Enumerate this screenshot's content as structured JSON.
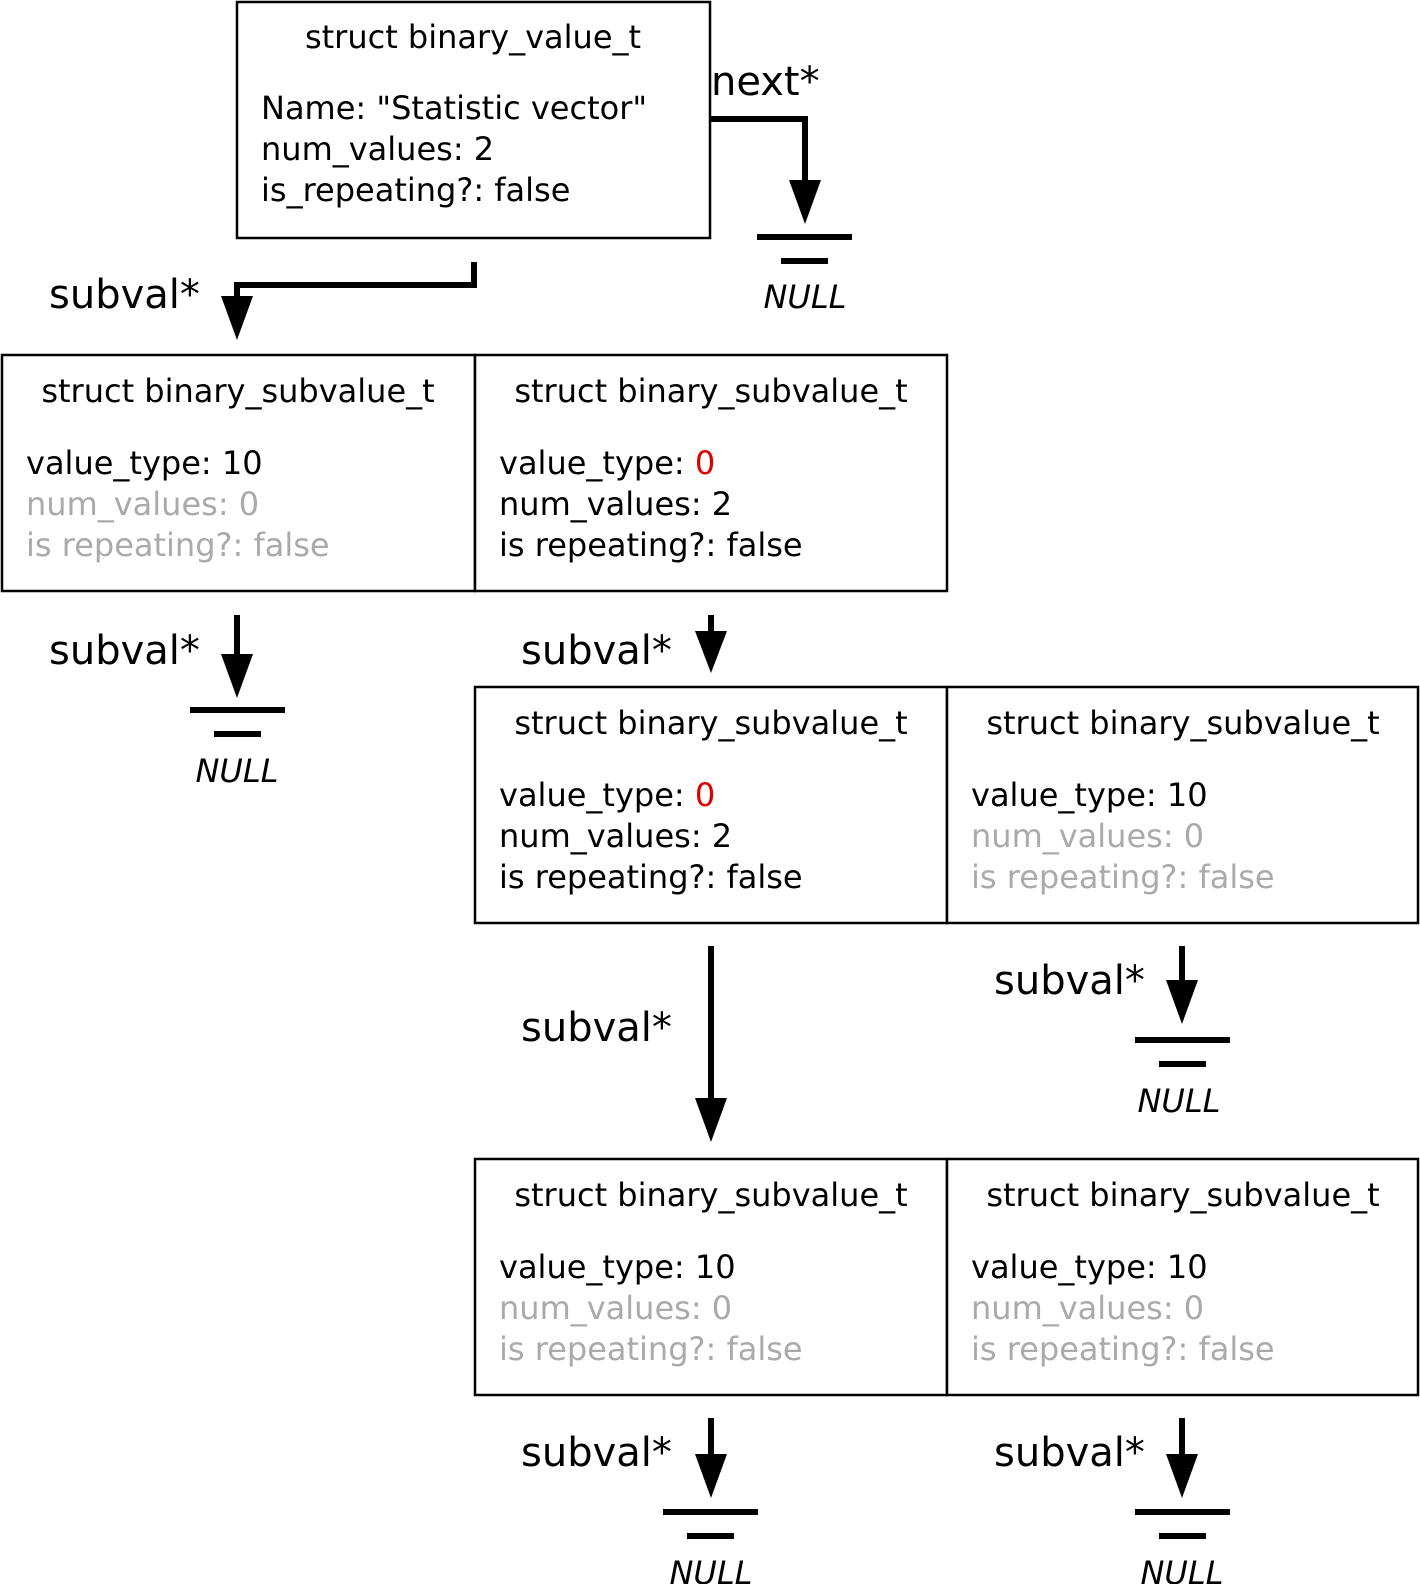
{
  "root": {
    "title": "struct binary_value_t",
    "name_line": "Name: \"Statistic vector\"",
    "num_values_line": "num_values: 2",
    "repeating_line": "is_repeating?: false"
  },
  "labels": {
    "next": "next*",
    "subval": "subval*",
    "null": "NULL"
  },
  "subvalue_title": "struct binary_subvalue_t",
  "subvalues": [
    {
      "type_prefix": "value_type: ",
      "type_value": "10",
      "num_values": "num_values: 0",
      "repeating": "is repeating?: false",
      "greyed": true
    },
    {
      "type_prefix": "value_type: ",
      "type_value": "0",
      "num_values": "num_values: 2",
      "repeating": "is repeating?: false",
      "greyed": false
    },
    {
      "type_prefix": "value_type: ",
      "type_value": "0",
      "num_values": "num_values: 2",
      "repeating": "is repeating?: false",
      "greyed": false
    },
    {
      "type_prefix": "value_type: ",
      "type_value": "10",
      "num_values": "num_values: 0",
      "repeating": "is repeating?: false",
      "greyed": true
    },
    {
      "type_prefix": "value_type: ",
      "type_value": "10",
      "num_values": "num_values: 0",
      "repeating": "is repeating?: false",
      "greyed": true
    },
    {
      "type_prefix": "value_type: ",
      "type_value": "10",
      "num_values": "num_values: 0",
      "repeating": "is repeating?: false",
      "greyed": true
    }
  ],
  "colors": {
    "greyed_text": "#aaaaaa",
    "highlight_value": "#e00000",
    "text": "#000000"
  }
}
